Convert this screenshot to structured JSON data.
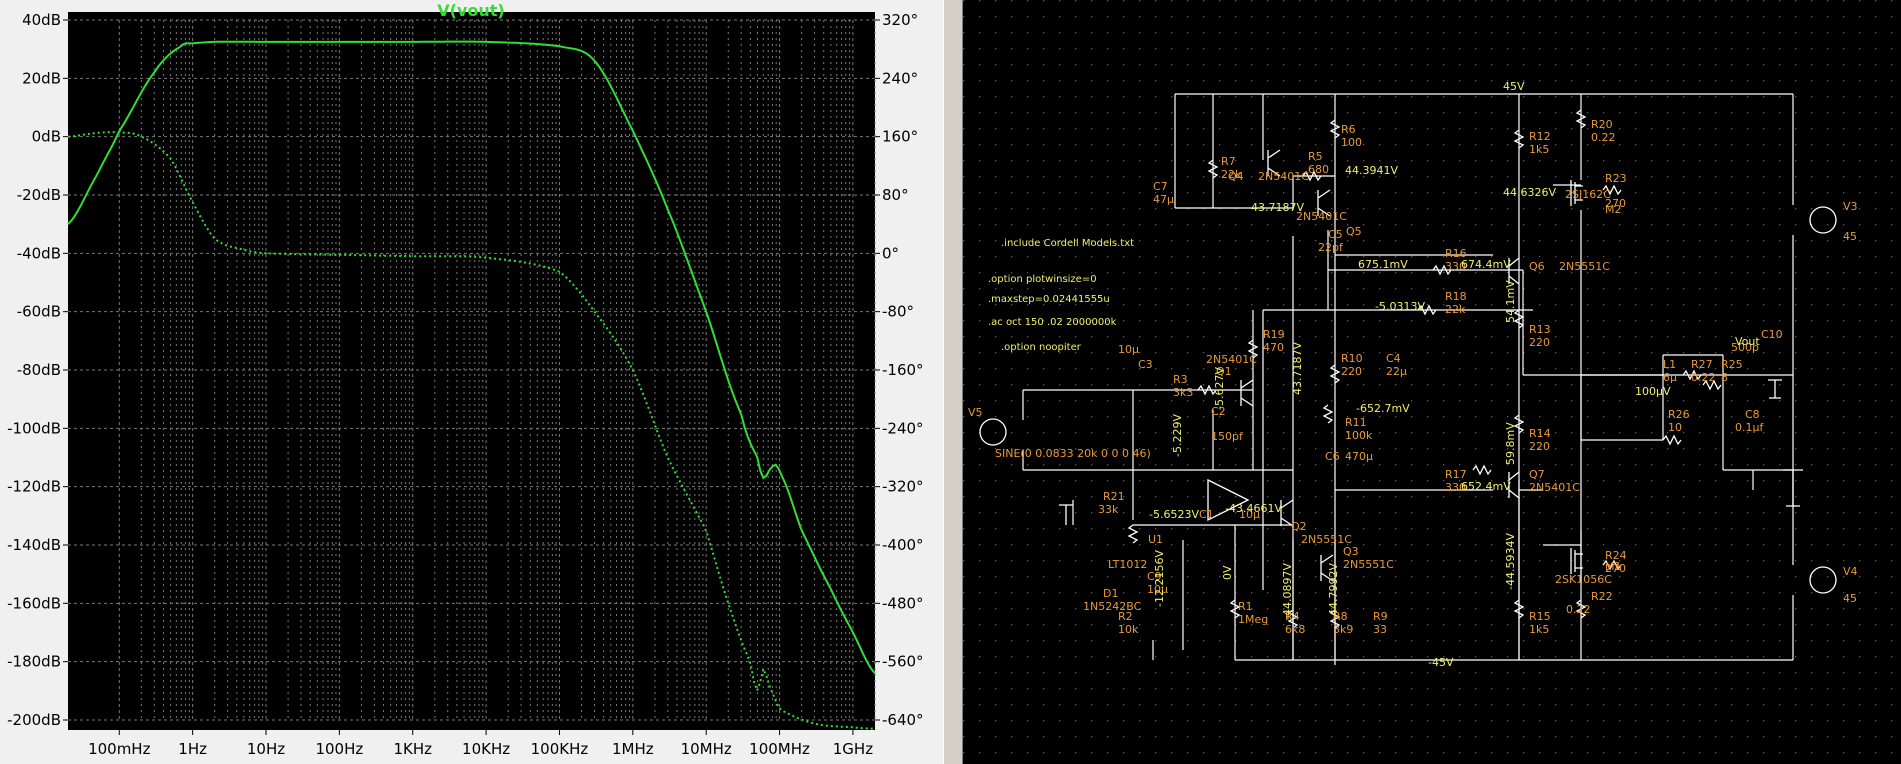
{
  "plot": {
    "title": "V(vout)",
    "colors": {
      "trace": "#33dd33",
      "background": "#000000",
      "grid": "#7a7a7a"
    },
    "y_left_ticks": [
      "40dB",
      "20dB",
      "0dB",
      "-20dB",
      "-40dB",
      "-60dB",
      "-80dB",
      "-100dB",
      "-120dB",
      "-140dB",
      "-160dB",
      "-180dB",
      "-200dB"
    ],
    "y_right_ticks": [
      "320°",
      "240°",
      "160°",
      "80°",
      "0°",
      "-80°",
      "-160°",
      "-240°",
      "-320°",
      "-400°",
      "-480°",
      "-560°",
      "-640°"
    ],
    "x_ticks": [
      "100mHz",
      "1Hz",
      "10Hz",
      "100Hz",
      "1KHz",
      "10KHz",
      "100KHz",
      "1MHz",
      "10MHz",
      "100MHz",
      "1GHz"
    ]
  },
  "chart_data": {
    "type": "line",
    "title": "V(vout)",
    "x_scale": "log",
    "xlim_hz": [
      0.02,
      2000000000
    ],
    "ylim_left_db": [
      -200,
      40
    ],
    "ylim_right_deg": [
      -640,
      320
    ],
    "grid": true,
    "series": [
      {
        "name": "magnitude",
        "axis": "left",
        "unit": "dB",
        "style": "solid",
        "x_hz": [
          0.02,
          0.05,
          0.1,
          0.3,
          0.7,
          1,
          2,
          10,
          100,
          1000,
          10000,
          100000,
          300000,
          1000000,
          3000000,
          10000000,
          30000000,
          50000000,
          60000000,
          80000000,
          100000000,
          200000000,
          500000000,
          1000000000,
          2000000000
        ],
        "y": [
          -30,
          -13,
          2,
          22,
          31,
          32,
          32.5,
          32.5,
          32.5,
          32.5,
          32.5,
          31,
          26,
          2,
          -25,
          -60,
          -95,
          -110,
          -117,
          -113,
          -115,
          -135,
          -155,
          -170,
          -184
        ]
      },
      {
        "name": "phase",
        "axis": "right",
        "unit": "deg",
        "style": "dotted",
        "x_hz": [
          0.02,
          0.05,
          0.1,
          0.2,
          0.5,
          1,
          2,
          5,
          10,
          100,
          1000,
          10000,
          100000,
          300000,
          1000000,
          3000000,
          10000000,
          20000000,
          40000000,
          50000000,
          60000000,
          70000000,
          100000000,
          300000000,
          1000000000,
          2000000000
        ],
        "y": [
          160,
          165,
          166,
          160,
          130,
          70,
          20,
          5,
          0,
          -2,
          -4,
          -6,
          -25,
          -80,
          -160,
          -280,
          -380,
          -480,
          -560,
          -600,
          -570,
          -590,
          -625,
          -645,
          -650,
          -652
        ]
      }
    ]
  },
  "schematic": {
    "colors": {
      "background": "#000000",
      "wire": "#ffffff",
      "component_label": "#e89a3c",
      "node_voltage": "#f0f070"
    },
    "directives": [
      ".include Cordell Models.txt",
      ".option plotwinsize=0",
      ".maxstep=0.02441555u",
      ".ac oct 150 .02 2000000k",
      ".option noopiter"
    ],
    "rails": {
      "pos": "45V",
      "neg": "-45V"
    },
    "sources": {
      "v5_name": "V5",
      "v5_value": "SINE(0 0.0833 20k 0 0 0 46)",
      "v3_name": "V3",
      "v3_value": "45",
      "v4_name": "V4",
      "v4_value": "45"
    },
    "components": [
      {
        "name": "R7",
        "value": "22k"
      },
      {
        "name": "Q4",
        "value": "2N5401C"
      },
      {
        "name": "R5",
        "value": "680"
      },
      {
        "name": "R6",
        "value": "100"
      },
      {
        "name": "C7",
        "value": "47μ"
      },
      {
        "name": "Q5",
        "value": "2N5401C"
      },
      {
        "name": "C5",
        "value": "22pf"
      },
      {
        "name": "R12",
        "value": "1k5"
      },
      {
        "name": "R20",
        "value": "0.22"
      },
      {
        "name": "R23",
        "value": "270"
      },
      {
        "name": "M2",
        "value": "2SJ162C"
      },
      {
        "name": "R16",
        "value": "330"
      },
      {
        "name": "Q6",
        "value": "2N5551C"
      },
      {
        "name": "R18",
        "value": "22k"
      },
      {
        "name": "R13",
        "value": "220"
      },
      {
        "name": "R19",
        "value": "470"
      },
      {
        "name": "Q1",
        "value": "2N5401C"
      },
      {
        "name": "C3",
        "value": "10μ"
      },
      {
        "name": "R3",
        "value": "3k3"
      },
      {
        "name": "C2",
        "value": "150pf"
      },
      {
        "name": "R10",
        "value": "220"
      },
      {
        "name": "C4",
        "value": "22μ"
      },
      {
        "name": "R11",
        "value": "100k"
      },
      {
        "name": "C6",
        "value": "470μ"
      },
      {
        "name": "L1",
        "value": "6μ"
      },
      {
        "name": "R27",
        "value": "0.22"
      },
      {
        "name": "R25",
        "value": "8"
      },
      {
        "name": "C10",
        "value": "500p"
      },
      {
        "name": "R14",
        "value": "220"
      },
      {
        "name": "R26",
        "value": "10"
      },
      {
        "name": "C8",
        "value": "0.1μf"
      },
      {
        "name": "R21",
        "value": "33k"
      },
      {
        "name": "C1",
        "value": "10μ"
      },
      {
        "name": "Q2",
        "value": "2N5551C"
      },
      {
        "name": "R17",
        "value": "330"
      },
      {
        "name": "Q7",
        "value": "2N5401C"
      },
      {
        "name": "Q3",
        "value": "2N5551C"
      },
      {
        "name": "U1",
        "value": "LT1012"
      },
      {
        "name": "C9",
        "value": "10μ"
      },
      {
        "name": "D1",
        "value": "1N5242BC"
      },
      {
        "name": "R2",
        "value": "10k"
      },
      {
        "name": "R1",
        "value": "1Meg"
      },
      {
        "name": "R4",
        "value": "6k8"
      },
      {
        "name": "R8",
        "value": "3k9"
      },
      {
        "name": "R9",
        "value": "33"
      },
      {
        "name": "R24",
        "value": "270"
      },
      {
        "name": "M1",
        "value": "2SK1056C"
      },
      {
        "name": "R15",
        "value": "1k5"
      },
      {
        "name": "R22",
        "value": "0.22"
      }
    ],
    "node_voltages": {
      "q5_emitter": "44.3941V",
      "q4_base": "43.7187V",
      "m2_gate": "44.6326V",
      "q6_base_left": "675.1mV",
      "q6_base": "674.4mV",
      "r18_node": "-5.0313V",
      "r13_node": "54.1mV",
      "q1_node": "-5.627V",
      "q1_collector": "43.7187V",
      "r10_node": "-652.7mV",
      "out_node": "100μV",
      "c3_node": "-5.229V",
      "q7_node": "59.8mV",
      "q7_base": "652.4mV",
      "r21_node": "-5.6523V",
      "q2_base": "-43.4661V",
      "u1_node": "-12.2156V",
      "u1_out": "0V",
      "q2_emitter": "-44.0897V",
      "q3_emitter": "-44.7992V",
      "q7_collector": "-44.5934V",
      "vout_label": "Vout"
    }
  }
}
